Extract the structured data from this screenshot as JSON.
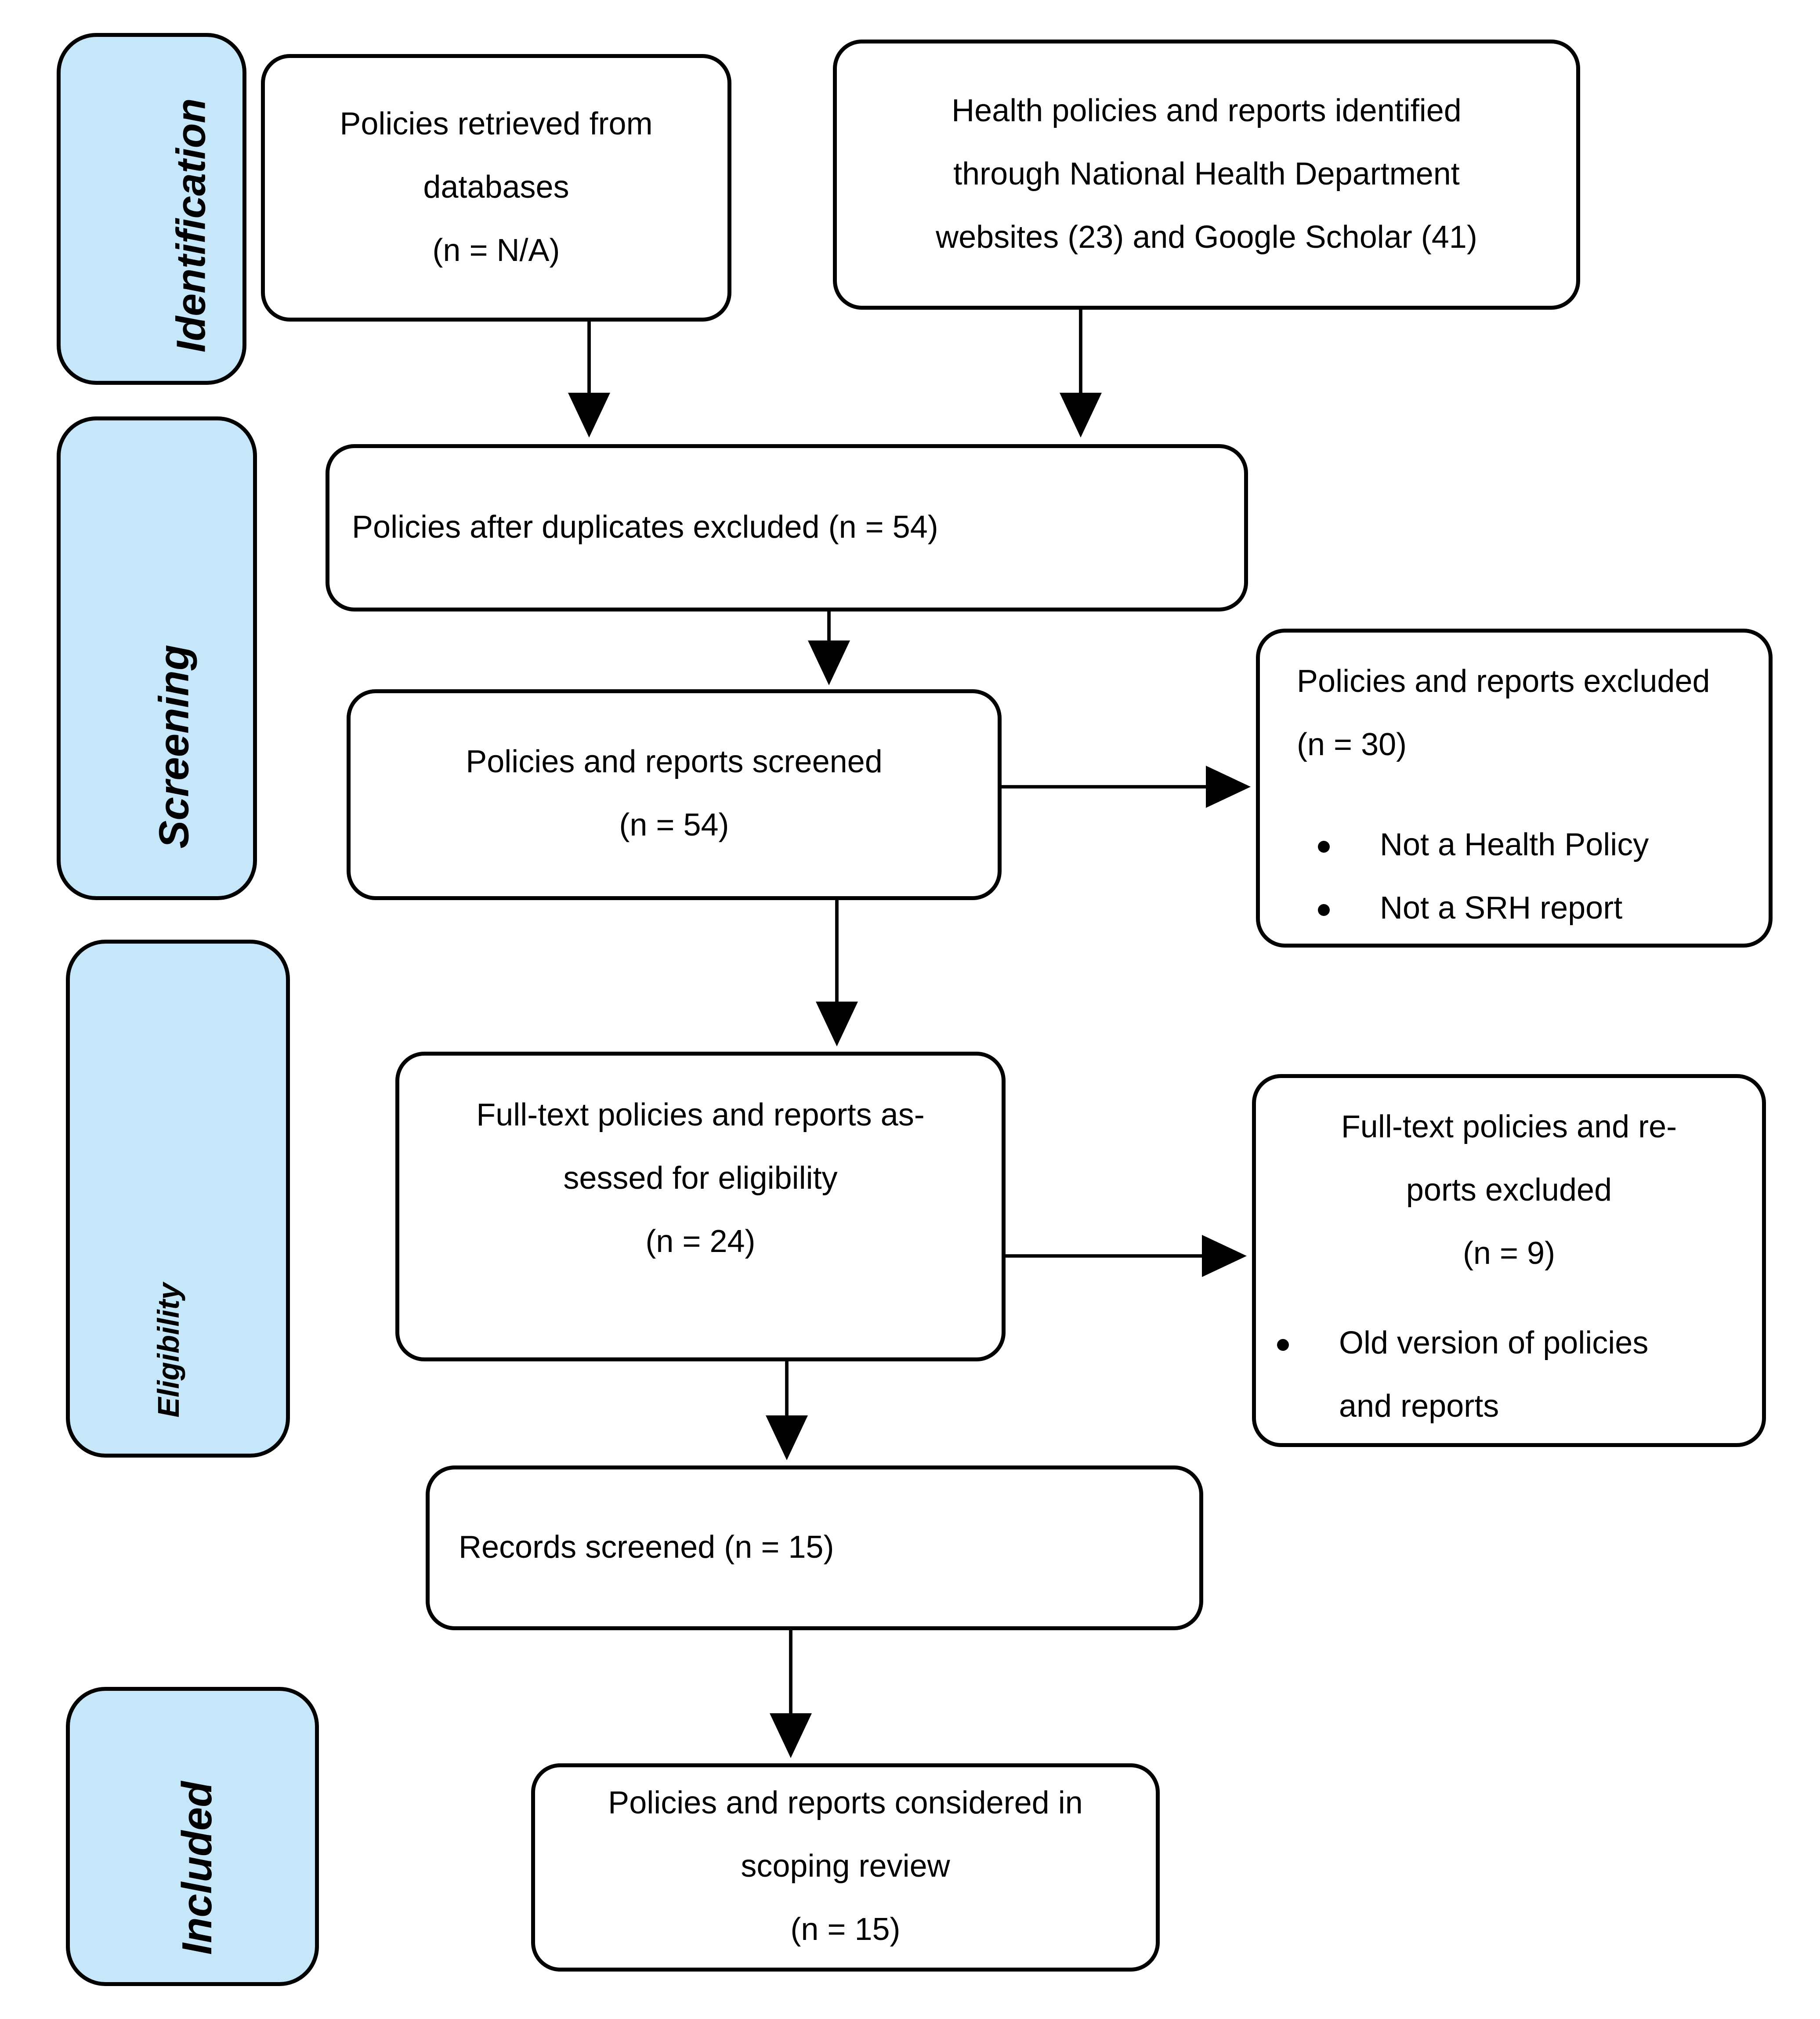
{
  "diagram": {
    "stages": [
      {
        "label": "Identification"
      },
      {
        "label": "Screening"
      },
      {
        "label": "Eligibility"
      },
      {
        "label": "Included"
      }
    ],
    "nodes": {
      "retrieved": {
        "lines": [
          "Policies retrieved from",
          "databases",
          "(n = N/A)"
        ]
      },
      "identified": {
        "lines": [
          "Health policies and reports identified",
          "through National Health Department",
          "websites (23) and Google Scholar (41)"
        ]
      },
      "deduplicated": {
        "lines": [
          "Policies after duplicates excluded (n = 54)"
        ]
      },
      "screened": {
        "lines": [
          "Policies and reports screened",
          "(n = 54)"
        ]
      },
      "screening_excluded": {
        "lines": [
          "Policies and reports excluded",
          "(n = 30)"
        ],
        "bullets": [
          "Not a Health Policy",
          "Not a SRH report"
        ]
      },
      "fulltext_assessed": {
        "lines": [
          "Full-text policies and reports as-",
          "sessed for eligibility",
          "(n = 24)"
        ]
      },
      "fulltext_excluded": {
        "lines": [
          "Full-text policies and re-",
          "ports excluded",
          "(n = 9)"
        ],
        "bullets": [
          "Old version of policies and reports"
        ]
      },
      "records_screened": {
        "lines": [
          "Records screened (n = 15)"
        ]
      },
      "included_review": {
        "lines": [
          "Policies and reports considered in",
          "scoping review",
          "(n = 15)"
        ]
      }
    },
    "colors": {
      "stage_fill": "#C6E7FA",
      "line": "#000000",
      "node_fill": "#FFFFFF"
    }
  }
}
